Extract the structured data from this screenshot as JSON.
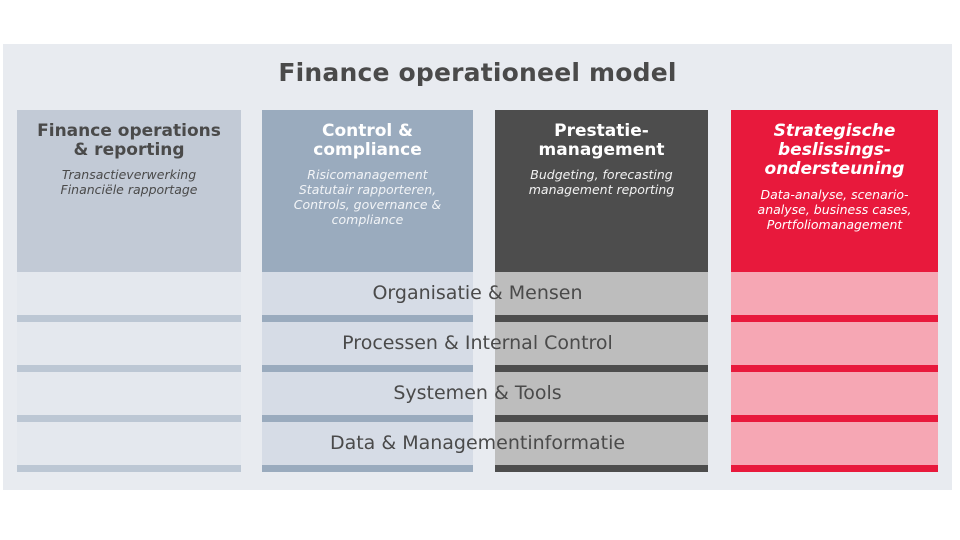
{
  "diagram": {
    "title": "Finance operationeel model",
    "colors": {
      "panel_bg": "#e8ebf0",
      "pillar1": "#c2cad6",
      "pillar2": "#9aabbe",
      "pillar3": "#4d4d4d",
      "pillar4": "#e8193c",
      "text_dark": "#4a4a4a",
      "text_light": "#ffffff"
    },
    "pillars": [
      {
        "title": "Finance operations\n& reporting",
        "subtitle": "Transactieverwerking\nFinanciële rapportage"
      },
      {
        "title": "Control &\ncompliance",
        "subtitle": "Risicomanagement\nStatutair rapporteren,\nControls, governance &\ncompliance"
      },
      {
        "title": "Prestatie-\nmanagement",
        "subtitle": "Budgeting, forecasting\nmanagement reporting"
      },
      {
        "title": "Strategische\nbeslissings-\nondersteuning",
        "subtitle": "Data-analyse, scenario-\nanalyse, business cases,\nPortfoliomanagement"
      }
    ],
    "layers": [
      {
        "label": "Organisatie & Mensen"
      },
      {
        "label": "Processen & Internal Control"
      },
      {
        "label": "Systemen  & Tools"
      },
      {
        "label": "Data & Managementinformatie"
      }
    ]
  }
}
